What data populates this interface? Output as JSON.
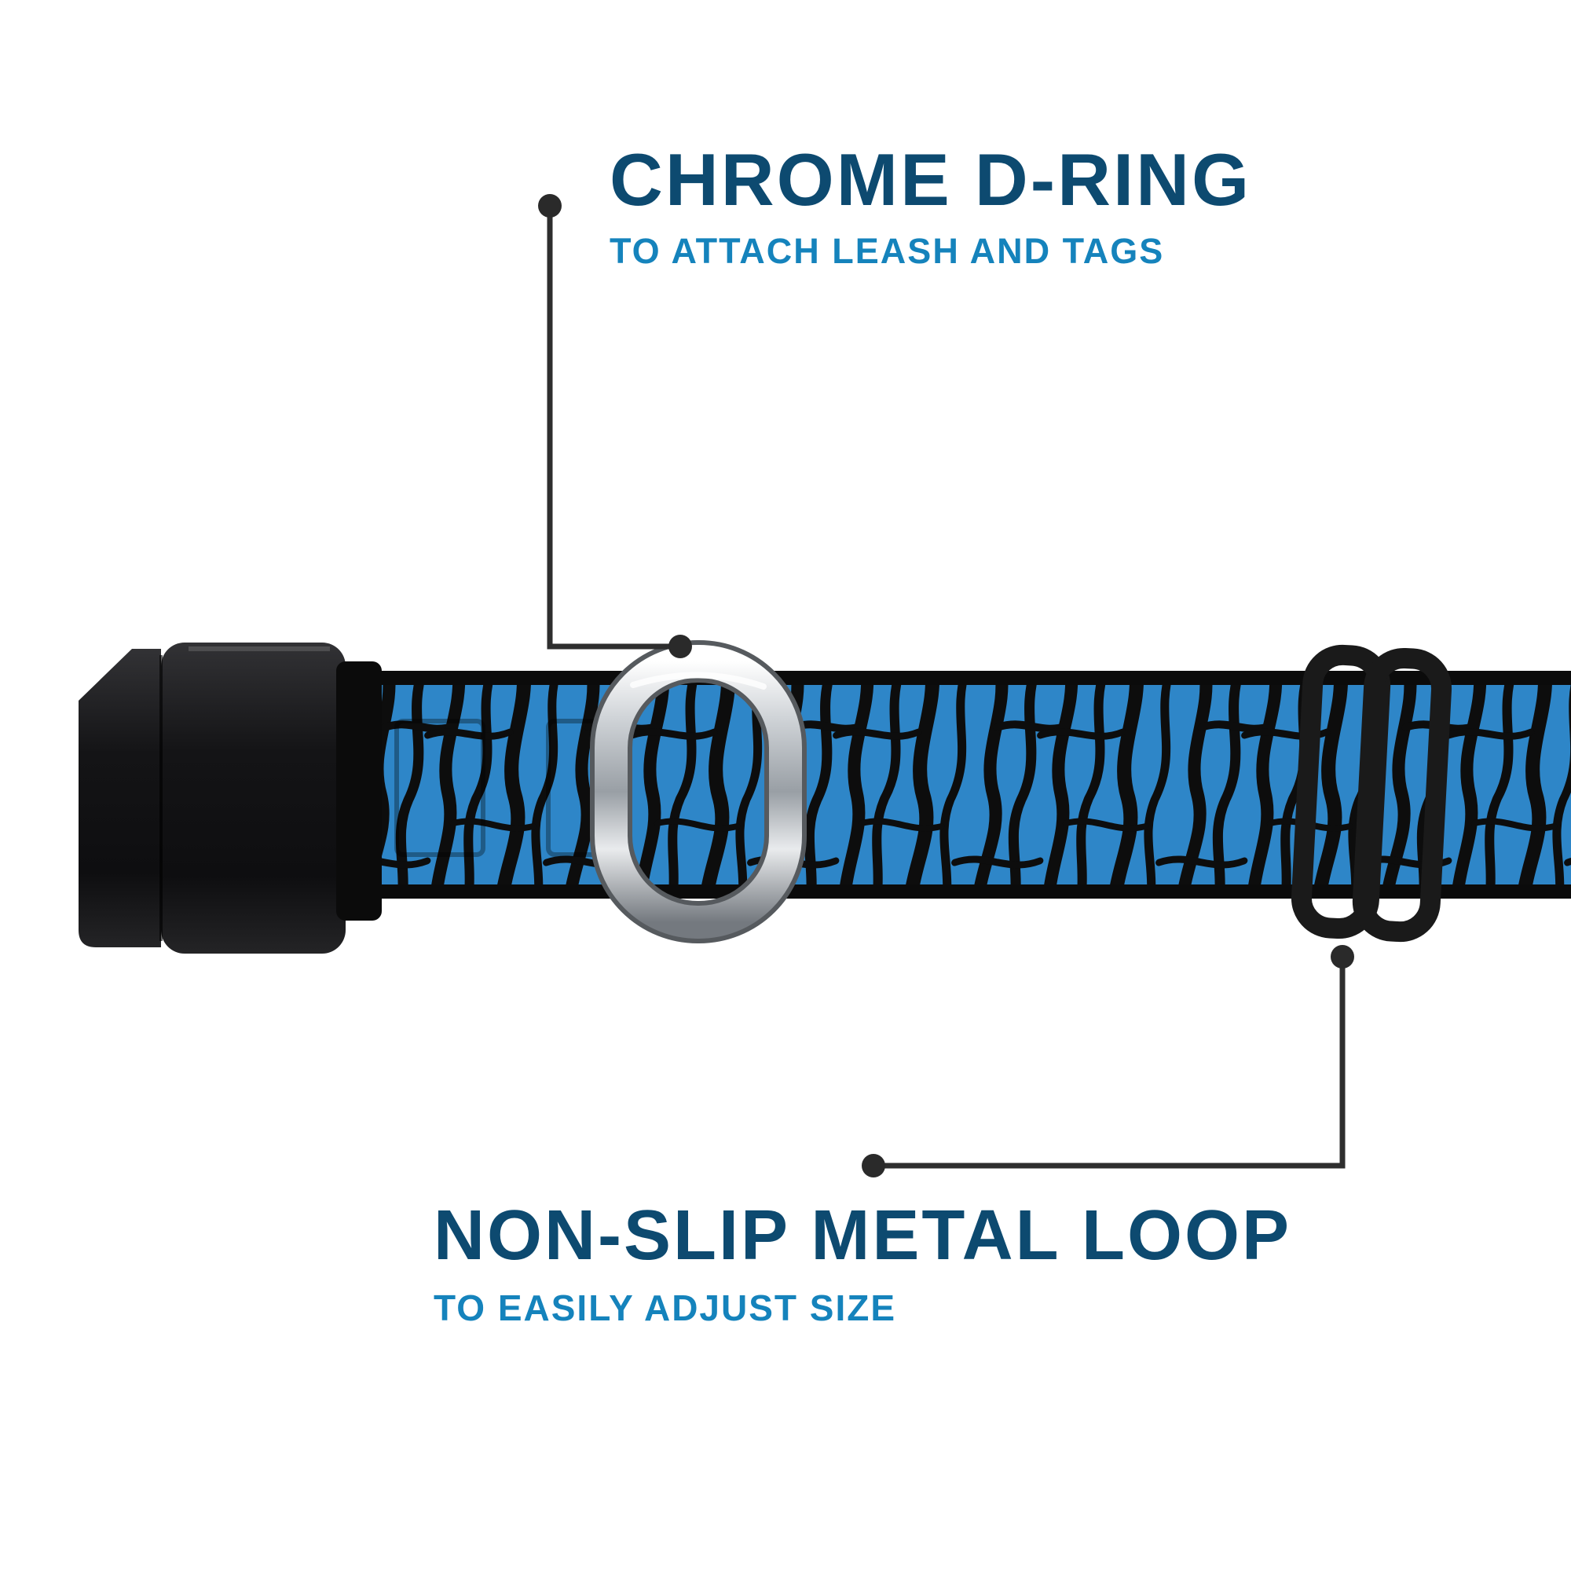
{
  "image": {
    "background": "#ffffff"
  },
  "callouts": [
    {
      "id": "d-ring",
      "title": "CHROME D-RING",
      "subtitle": "TO ATTACH LEASH AND TAGS"
    },
    {
      "id": "metal-loop",
      "title": "NON-SLIP METAL LOOP",
      "subtitle": "TO EASILY ADJUST SIZE"
    }
  ],
  "colors": {
    "title_color": "#0d4a70",
    "subtitle_color": "#1583bc",
    "line_color": "#2e2e2e",
    "collar_blue": "#2e86c8",
    "stripe_black": "#0d0d0d",
    "plastic_black": "#161616"
  },
  "parts": {
    "buckle": "plastic-side-release-buckle",
    "strap": "blue-zebra-collar-strap",
    "d_ring": "chrome-d-ring",
    "slider": "non-slip-metal-loop-slider"
  }
}
